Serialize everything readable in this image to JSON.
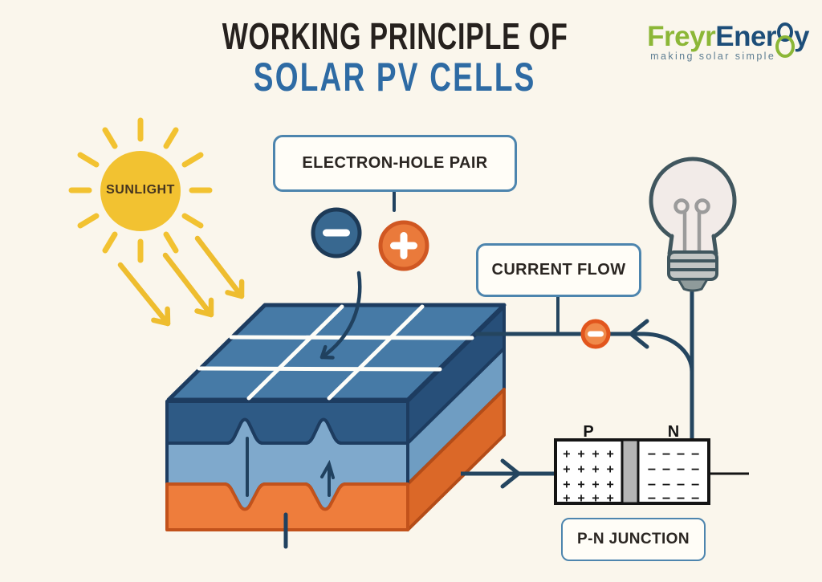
{
  "title": {
    "line1": "WORKING PRINCIPLE OF",
    "line2": "SOLAR PV CELLS"
  },
  "logo": {
    "word_green": "Freyr",
    "word_blue": "Ener",
    "word_tail": "y",
    "tagline": "making solar simple"
  },
  "sun": {
    "label": "SUNLIGHT"
  },
  "labels": {
    "electron_hole_pair": "ELECTRON-HOLE PAIR",
    "current_flow": "CURRENT FLOW",
    "pn_junction": "P-N JUNCTION",
    "p_region": "P",
    "n_region": "N"
  },
  "pn_junction": {
    "p_rows": [
      "+ + + +",
      "+ + + +",
      "+ + + +",
      "+ + + +"
    ],
    "n_rows": [
      "– – – –",
      "– – – –",
      "– – – –",
      "– – – –"
    ]
  },
  "colors": {
    "background": "#faf6ec",
    "title_black": "#26211e",
    "title_blue": "#2e6ba4",
    "logo_green": "#8cb737",
    "logo_blue": "#1d4e79",
    "sun_yellow": "#f2c231",
    "arrow_yellow": "#eebd2f",
    "panel_top_blue": "#467aa6",
    "panel_dark_blue": "#2e5a85",
    "panel_light_blue": "#7fa9cc",
    "panel_orange": "#ee7d3c",
    "outline_navy": "#1d3c60",
    "wire_navy": "#24455f",
    "electron_blue": "#386890",
    "hole_orange": "#ea7a3b",
    "carrier_orange": "#f08a4a",
    "box_border_blue": "#4d85ae"
  }
}
